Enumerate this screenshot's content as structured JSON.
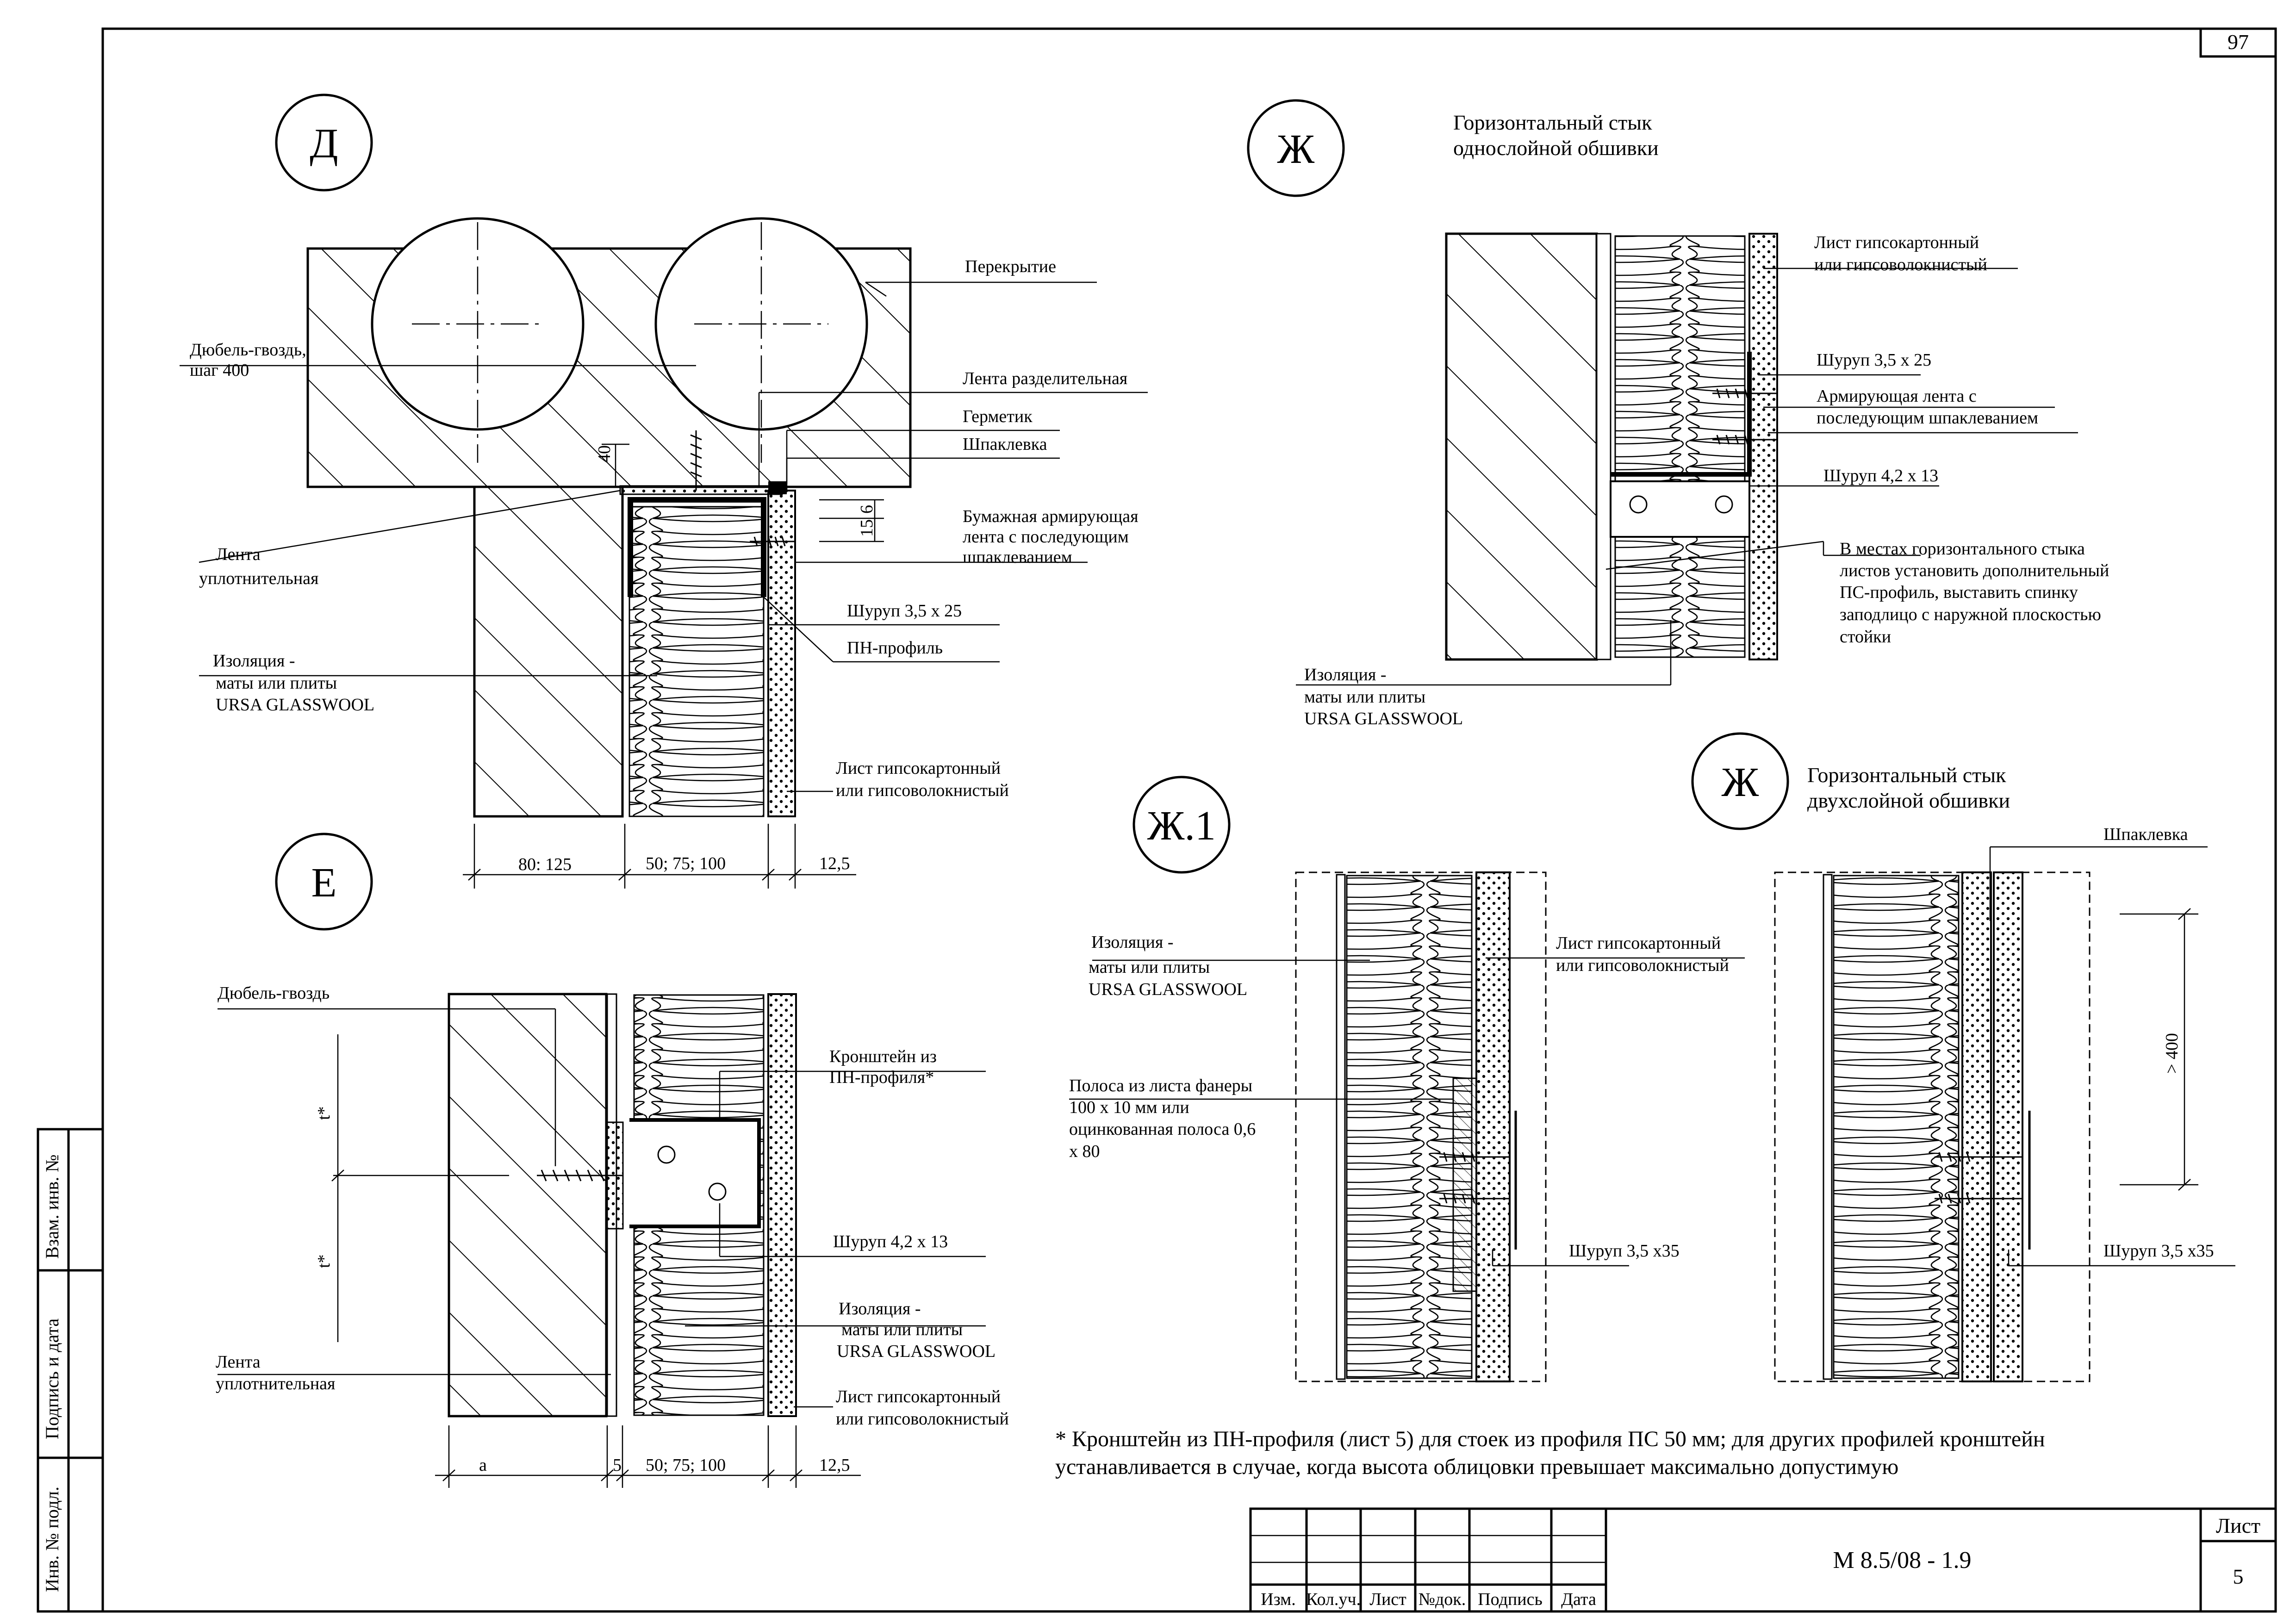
{
  "sheet": {
    "corner_number": "97",
    "doc_code": "М 8.5/08 - 1.9",
    "sheet_label": "Лист",
    "sheet_number": "5",
    "stamp_columns": [
      "Изм.",
      "Кол.уч.",
      "Лист",
      "№док.",
      "Подпись",
      "Дата"
    ],
    "side_fields": [
      "Взам. инв. №",
      "Подпись и дата",
      "Инв. № подл."
    ]
  },
  "detail_d": {
    "marker": "Д",
    "labels": {
      "floor": "Перекрытие",
      "dowel_1": "Дюбель-гвоздь,",
      "dowel_2": "шаг 400",
      "separating_tape": "Лента разделительная",
      "sealant": "Герметик",
      "putty": "Шпаклевка",
      "paper_tape_1": "Бумажная армирующая",
      "paper_tape_2": "лента с последующим",
      "paper_tape_3": "шпаклеванием",
      "seal_tape_1": "Лента",
      "seal_tape_2": "уплотнительная",
      "screw": "Шуруп 3,5 х 25",
      "profile": "ПН-профиль",
      "insul_1": "Изоляция -",
      "insul_2": "маты или плиты",
      "insul_3": "URSA GLASSWOOL",
      "board_1": "Лист гипсокартонный",
      "board_2": "или гипсоволокнистый"
    },
    "dims": {
      "d40": "40",
      "d6": "6",
      "d15": "15",
      "w1": "80: 125",
      "w2": "50; 75; 100",
      "w3": "12,5"
    }
  },
  "detail_e": {
    "marker": "Е",
    "labels": {
      "dowel": "Дюбель-гвоздь",
      "bracket_1": "Кронштейн из",
      "bracket_2": "ПН-профиля*",
      "screw": "Шуруп 4,2 х 13",
      "insul_1": "Изоляция -",
      "insul_2": "маты или плиты",
      "insul_3": "URSA GLASSWOOL",
      "seal_tape_1": "Лента",
      "seal_tape_2": "уплотнительная",
      "board_1": "Лист гипсокартонный",
      "board_2": "или гипсоволокнистый"
    },
    "dims": {
      "t1": "t*",
      "t2": "t*",
      "a": "а",
      "d5": "5",
      "w2": "50; 75; 100",
      "w3": "12,5"
    }
  },
  "detail_zh": {
    "marker": "Ж",
    "title_1": "Горизонтальный стык",
    "title_2": "однослойной обшивки",
    "labels": {
      "board_1": "Лист гипсокартонный",
      "board_2": "или гипсоволокнистый",
      "screw_a": "Шуруп 3,5 х 25",
      "tape_1": "Армирующая лента с",
      "tape_2": "последующим шпаклеванием",
      "screw_b": "Шуруп 4,2 х 13",
      "note_1": "В местах горизонтального стыка",
      "note_2": "листов установить дополнительный",
      "note_3": "ПС-профиль, выставить  спинку",
      "note_4": "заподлицо с  наружной плоскостью",
      "note_5": "стойки",
      "insul_1": "Изоляция -",
      "insul_2": "маты или плиты",
      "insul_3": "URSA GLASSWOOL"
    }
  },
  "detail_zh1": {
    "marker": "Ж.1",
    "labels": {
      "insul_1": "Изоляция -",
      "insul_2": "маты или плиты",
      "insul_3": "URSA GLASSWOOL",
      "board_1": "Лист гипсокартонный",
      "board_2": "или гипсоволокнистый",
      "strip_1": "Полоса из листа фанеры",
      "strip_2": "100  х 10 мм или",
      "strip_3": "оцинкованная полоса 0,6",
      "strip_4": "х 80",
      "screw": "Шуруп 3,5 х35"
    }
  },
  "detail_zh2": {
    "marker": "Ж",
    "title_1": "Горизонтальный стык",
    "title_2": "двухслойной обшивки",
    "labels": {
      "putty": "Шпаклевка",
      "dim": "> 400",
      "screw": "Шуруп 3,5 х35"
    }
  },
  "footnote": {
    "line1": "* Кронштейн из ПН-профиля (лист 5) для стоек из профиля ПС 50 мм; для других профилей кронштейн",
    "line2": "устанавливается в случае, когда высота облицовки превышает максимально допустимую"
  }
}
